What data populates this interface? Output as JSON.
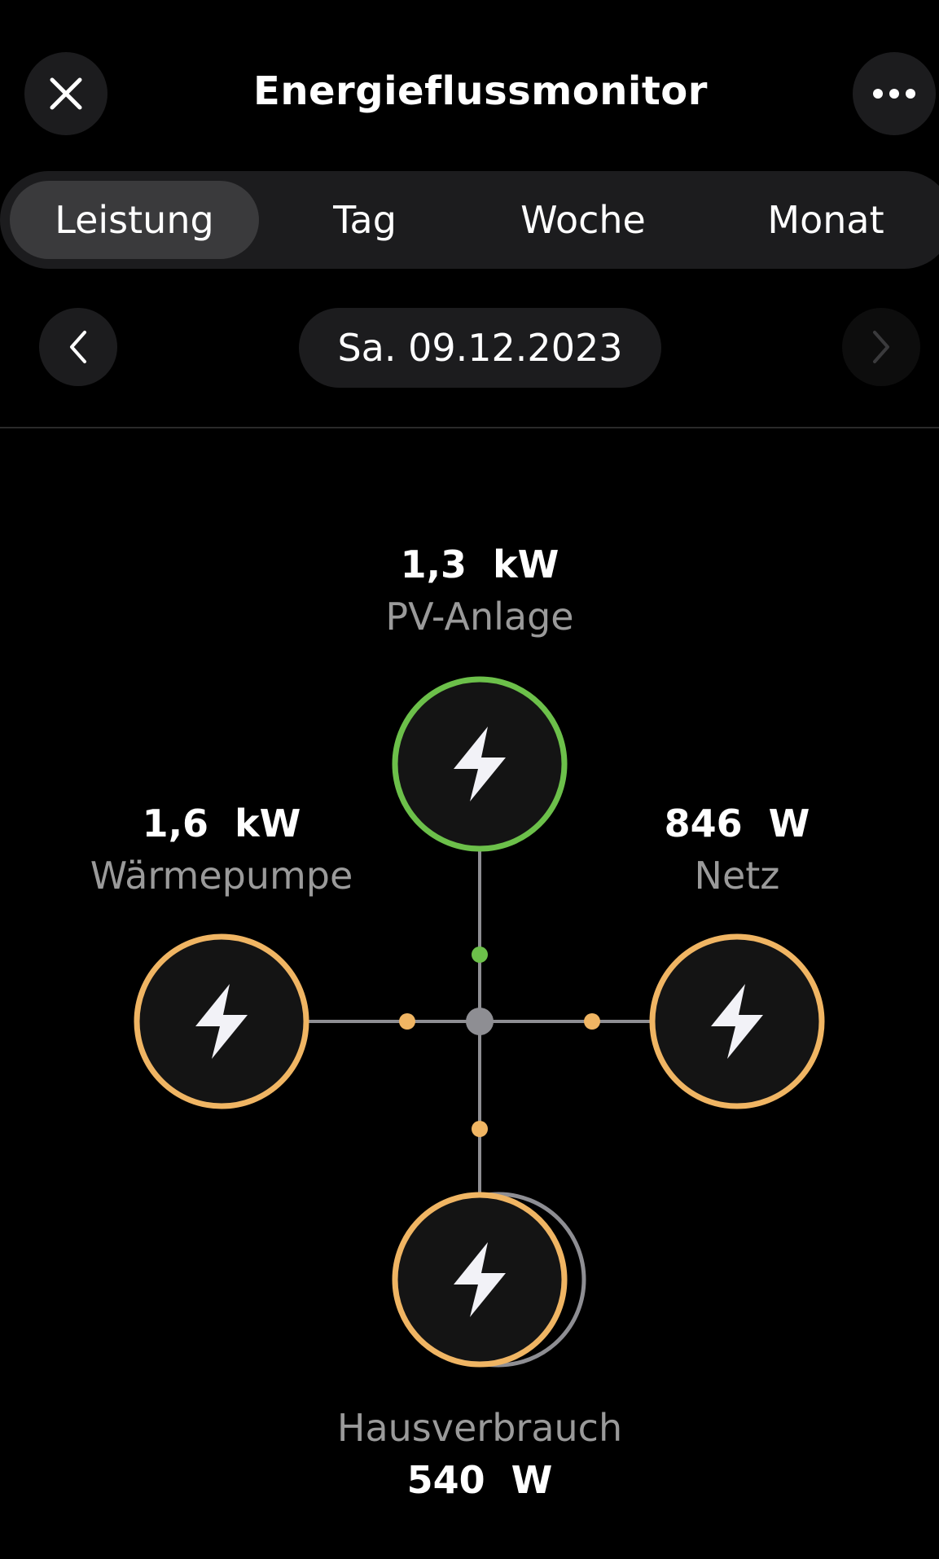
{
  "header": {
    "title": "Energieflussmonitor",
    "close_icon": "close-icon",
    "more_icon": "more-horizontal-icon"
  },
  "tabs": [
    {
      "label": "Leistung",
      "active": true
    },
    {
      "label": "Tag",
      "active": false
    },
    {
      "label": "Woche",
      "active": false
    },
    {
      "label": "Monat",
      "active": false
    }
  ],
  "date_nav": {
    "date": "Sa. 09.12.2023",
    "prev_icon": "chevron-left-icon",
    "next_icon": "chevron-right-icon",
    "next_enabled": false
  },
  "flow": {
    "pv": {
      "value": "1,3  kW",
      "label": "PV-Anlage",
      "color": "#6cc04a"
    },
    "heatpump": {
      "value": "1,6  kW",
      "label": "Wärmepumpe",
      "color": "#f0b563"
    },
    "grid": {
      "value": "846  W",
      "label": "Netz",
      "color": "#f0b563"
    },
    "house": {
      "value": "540  W",
      "label": "Hausverbrauch",
      "color": "#f0b563"
    },
    "node_icon": "lightning-bolt-icon",
    "line_color": "#8e8e93",
    "hub_color": "#8e8e93",
    "node_fill": "#141414"
  }
}
